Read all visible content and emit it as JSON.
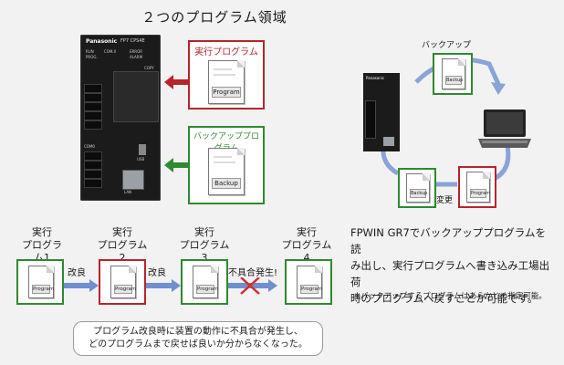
{
  "title": "２つのプログラム領域",
  "plc": {
    "brand": "Panasonic",
    "model": "FP7  CPS4E",
    "leds": [
      "RUN",
      "PROG.",
      "COM.0",
      "ERROR",
      "ALARM",
      "COPY",
      "USB"
    ],
    "ports": [
      "COM0",
      "USB",
      "LAN"
    ]
  },
  "run_area": {
    "label": "実行プログラム",
    "doc_label": "Program",
    "color": "#b8232b"
  },
  "backup_area": {
    "label": "バックアッププログラム",
    "doc_label": "Backup",
    "color": "#2e8a2e"
  },
  "cycle": {
    "backup_label": "バックアップ",
    "change_label": "変更",
    "doc_backup": "Backup",
    "doc_backup2": "Backup",
    "doc_program": "Program",
    "plc_brand": "Panasonic"
  },
  "steps": [
    {
      "label_line1": "実行",
      "label_line2": "プログラム1",
      "doc": "Program"
    },
    {
      "label_line1": "実行",
      "label_line2": "プログラム2",
      "doc": "Program"
    },
    {
      "label_line1": "実行",
      "label_line2": "プログラム3",
      "doc": "Program"
    },
    {
      "label_line1": "実行",
      "label_line2": "プログラム4",
      "doc": "Program"
    }
  ],
  "transitions": [
    "改良",
    "改良",
    "不具合発生!"
  ],
  "bubble": {
    "line1": "プログラム改良時に装置の動作に不具合が発生し、",
    "line2": "どのプログラムまで戻せば良いか分からなくなった。"
  },
  "description": {
    "line1": "FPWIN GR7でバックアッププログラムを読",
    "line2": "み出し、実行プログラムへ書き込み工場出荷",
    "line3": "時のプログラムへ戻すことが可能です。"
  },
  "note": "※バックアップするプログラムはあらかじめ指定可能。",
  "colors": {
    "red": "#b8232b",
    "green": "#2e8a2e",
    "blue_arrow": "#6f8fcf"
  }
}
